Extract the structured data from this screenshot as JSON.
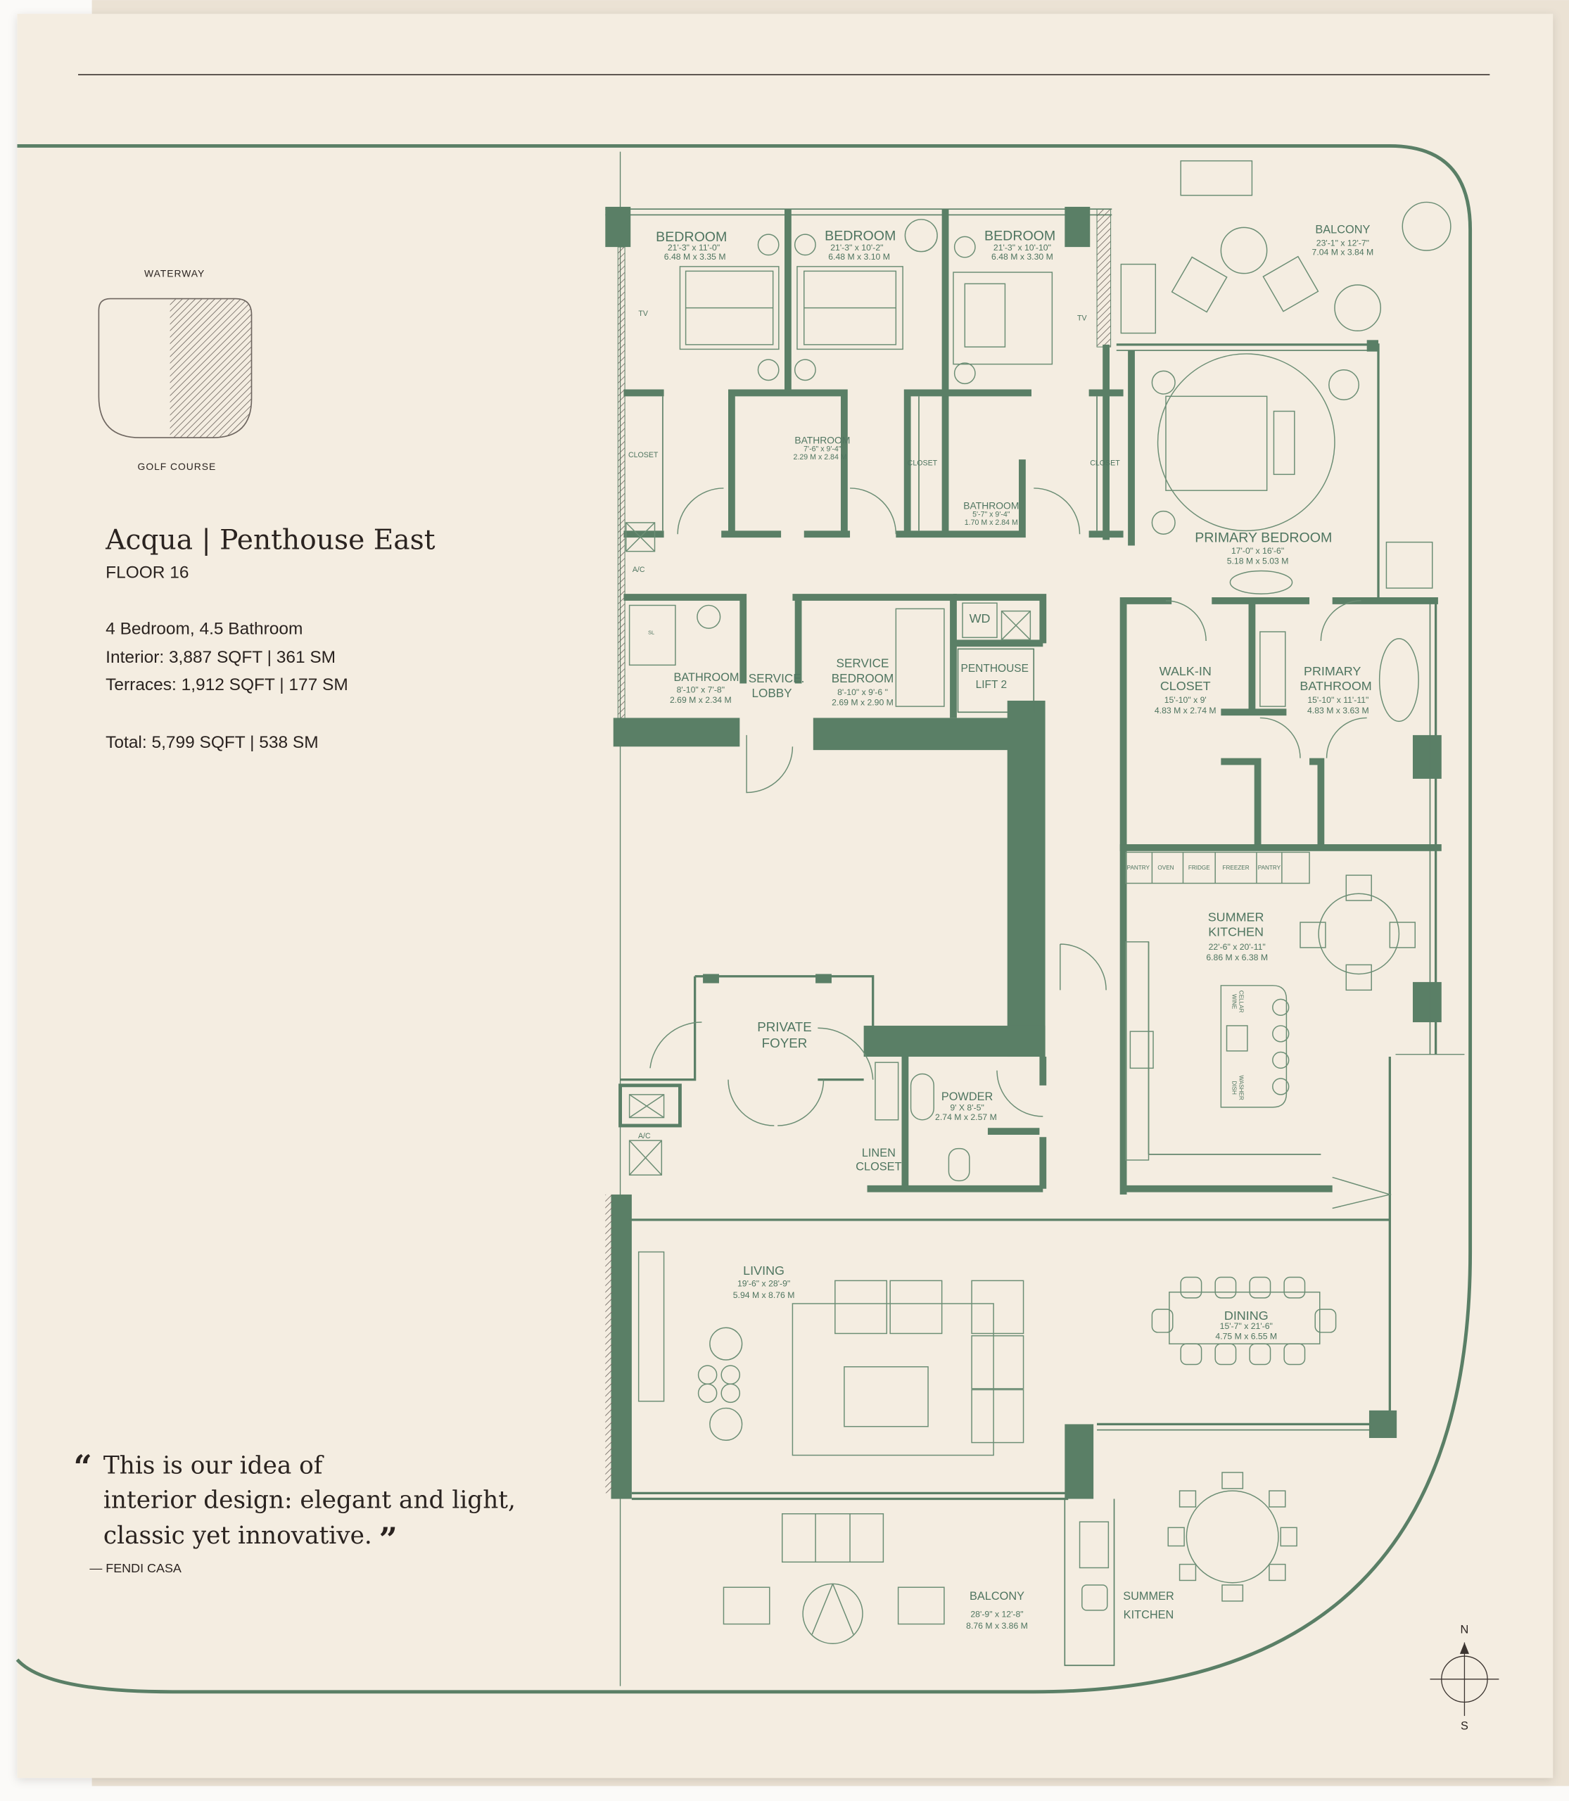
{
  "key_plan": {
    "top_label": "WATERWAY",
    "bottom_label": "GOLF COURSE"
  },
  "unit": {
    "title": "Acqua | Penthouse East",
    "floor": "FLOOR 16",
    "bedrooms": "4 Bedroom, 4.5 Bathroom",
    "interior": "Interior: 3,887 SQFT | 361 SM",
    "terraces": "Terraces: 1,912 SQFT | 177 SM",
    "total": "Total: 5,799 SQFT | 538 SM"
  },
  "quote": {
    "open_mark": "“",
    "lines": [
      "This is our idea of",
      "interior design: elegant and light,",
      "classic yet innovative."
    ],
    "close_mark": "”",
    "author": "— FENDI CASA"
  },
  "rooms": {
    "bedroom_1": {
      "name": "BEDROOM",
      "imperial": "21'-3\" x 11'-0\"",
      "metric": "6.48 M x 3.35 M"
    },
    "bedroom_2": {
      "name": "BEDROOM",
      "imperial": "21'-3\" x 10'-2\"",
      "metric": "6.48 M x 3.10 M"
    },
    "bedroom_3": {
      "name": "BEDROOM",
      "imperial": "21'-3\" x 10'-10\"",
      "metric": "6.48 M x 3.30 M"
    },
    "balcony_north": {
      "name": "BALCONY",
      "imperial": "23'-1\" x 12'-7\"",
      "metric": "7.04 M x 3.84 M"
    },
    "bathroom_shared": {
      "name": "BATHROOM",
      "imperial": "7'-6\" x 9'-4\"",
      "metric": "2.29 M x 2.84 M"
    },
    "bathroom_3": {
      "name": "BATHROOM",
      "imperial": "5'-7\" x 9'-4\"",
      "metric": "1.70 M x 2.84 M"
    },
    "primary_bedroom": {
      "name": "PRIMARY BEDROOM",
      "imperial": "17'-0\" x 16'-6\"",
      "metric": "5.18 M x 5.03 M"
    },
    "service_bathroom": {
      "name": "BATHROOM",
      "imperial": "8'-10\" x 7'-8\"",
      "metric": "2.69 M x 2.34 M"
    },
    "service_lobby": {
      "name_1": "SERVICE.",
      "name_2": "LOBBY"
    },
    "service_bedroom": {
      "name_1": "SERVICE",
      "name_2": "BEDROOM",
      "imperial": "8'-10\" x 9'-6 \"",
      "metric": "2.69 M x 2.90 M"
    },
    "laundry": {
      "name": "WD"
    },
    "lift": {
      "name_1": "PENTHOUSE",
      "name_2": "LIFT 2"
    },
    "walk_in_closet": {
      "name_1": "WALK-IN",
      "name_2": "CLOSET",
      "imperial": "15'-10\" x 9'",
      "metric": "4.83 M x 2.74 M"
    },
    "primary_bathroom": {
      "name_1": "PRIMARY",
      "name_2": "BATHROOM",
      "imperial": "15'-10\" x 11'-11\"",
      "metric": "4.83 M x 3.63 M"
    },
    "summer_kitchen": {
      "name_1": "SUMMER",
      "name_2": "KITCHEN",
      "imperial": "22'-6\" x 20'-11\"",
      "metric": "6.86 M x 6.38 M"
    },
    "private_foyer": {
      "name_1": "PRIVATE",
      "name_2": "FOYER"
    },
    "powder": {
      "name": "POWDER",
      "imperial": "9' X 8'-5\"",
      "metric": "2.74 M x 2.57 M"
    },
    "linen_closet": {
      "name_1": "LINEN",
      "name_2": "CLOSET"
    },
    "living": {
      "name": "LIVING",
      "imperial": "19'-6\" x 28'-9\"",
      "metric": "5.94 M x 8.76 M"
    },
    "dining": {
      "name": "DINING",
      "imperial": "15'-7\" x 21'-6\"",
      "metric": "4.75 M x 6.55 M"
    },
    "balcony_south": {
      "name": "BALCONY",
      "imperial": "28'-9\" x 12'-8\"",
      "metric": "8.76 M x 3.86 M"
    },
    "summer_kitchen_south": {
      "name_1": "SUMMER",
      "name_2": "KITCHEN"
    }
  },
  "fixtures": {
    "tv": "TV",
    "closet": "CLOSET",
    "ac": "A/C",
    "pantry": "PANTRY",
    "oven": "OVEN",
    "fridge": "FRIDGE",
    "freezer": "FREEZER",
    "wine_cellar_1": "WINE",
    "wine_cellar_2": "CELLAR",
    "dish_washer_1": "DISH",
    "dish_washer_2": "WASHER",
    "sl": "SL"
  },
  "compass": {
    "north": "N",
    "south": "S"
  },
  "colors": {
    "wall": "#5a7f66",
    "paper": "#f4ede1",
    "text": "#2a2320"
  }
}
